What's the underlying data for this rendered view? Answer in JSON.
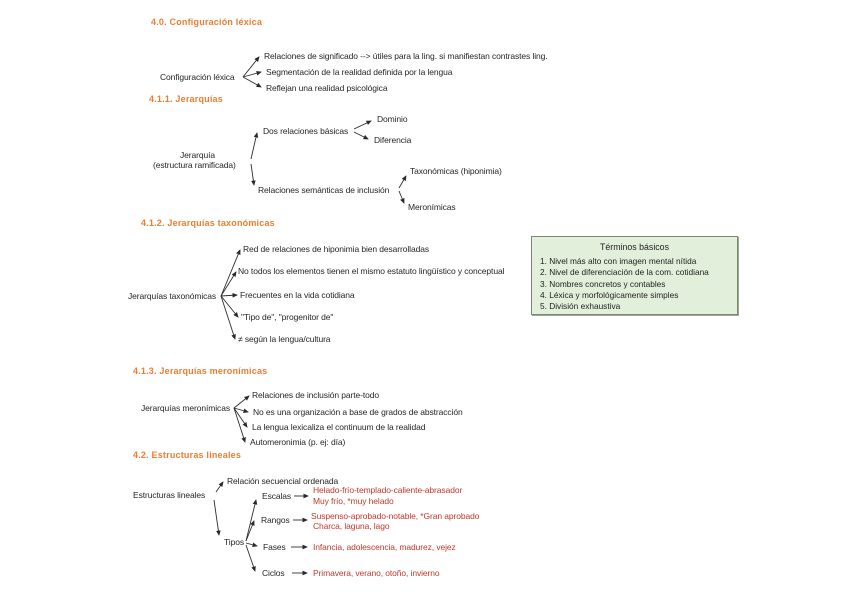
{
  "colors": {
    "heading_orange": "#ED7D31",
    "body_text": "#262626",
    "example_red": "#C0392B",
    "box_fill": "#E2EFDA",
    "line": "#2e2e2e"
  },
  "sections": [
    {
      "heading": "4.0. Configuración léxica",
      "root": "Configuración léxica",
      "branches": [
        "Relaciones de significado --> útiles para la ling. si manifiestan contrastes ling.",
        "Segmentación de la realidad definida por la lengua",
        "Reflejan una realidad psicológica"
      ]
    },
    {
      "heading": "4.1.1. Jerarquías",
      "root_line1": "Jerarquía",
      "root_line2": "(estructura ramificada)",
      "branch1": "Dos relaciones básicas",
      "branch1_children": [
        "Dominio",
        "Diferencia"
      ],
      "branch2": "Relaciones semánticas de inclusión",
      "branch2_children": [
        "Taxonómicas (hiponimia)",
        "Meronímicas"
      ]
    },
    {
      "heading": "4.1.2. Jerarquías taxonómicas",
      "root": "Jerarquías taxonómicas",
      "branches": [
        "Red de relaciones de hiponimia bien desarrolladas",
        "No todos los elementos tienen el mismo estatuto lingüístico y conceptual",
        "Frecuentes en la vida cotidiana",
        "\"Tipo de\", \"progenitor de\"",
        "≠ según la lengua/cultura"
      ]
    },
    {
      "heading": "4.1.3. Jerarquías meronímicas",
      "root": "Jerarquías meronímicas",
      "branches": [
        "Relaciones de inclusión parte-todo",
        "No es una organización a base de grados de abstracción",
        "La lengua lexicaliza el continuum de la realidad",
        "Automeronimia (p. ej: día)"
      ]
    },
    {
      "heading": "4.2. Estructuras lineales",
      "root": "Estructuras lineales",
      "branch_top": "Relación secuencial ordenada",
      "branch_types": "Tipos",
      "types": [
        {
          "label": "Escalas",
          "examples": [
            "Helado-frío-templado-caliente-abrasador",
            "Muy frío, *muy helado"
          ]
        },
        {
          "label": "Rangos",
          "examples": [
            "Suspenso-aprobado-notable, *Gran aprobado",
            "Charca, laguna, lago"
          ]
        },
        {
          "label": "Fases",
          "examples": [
            "Infancia, adolescencia, madurez, vejez"
          ]
        },
        {
          "label": "Ciclos",
          "examples": [
            "Primavera, verano, otoño, invierno"
          ]
        }
      ]
    }
  ],
  "note_box": {
    "title": "Términos básicos",
    "items": [
      "1. Nivel más alto con imagen mental nítida",
      "2. Nivel de diferenciación de la com. cotidiana",
      "3. Nombres concretos y contables",
      "4. Léxica y morfológicamente simples",
      "5. División exhaustiva"
    ]
  }
}
